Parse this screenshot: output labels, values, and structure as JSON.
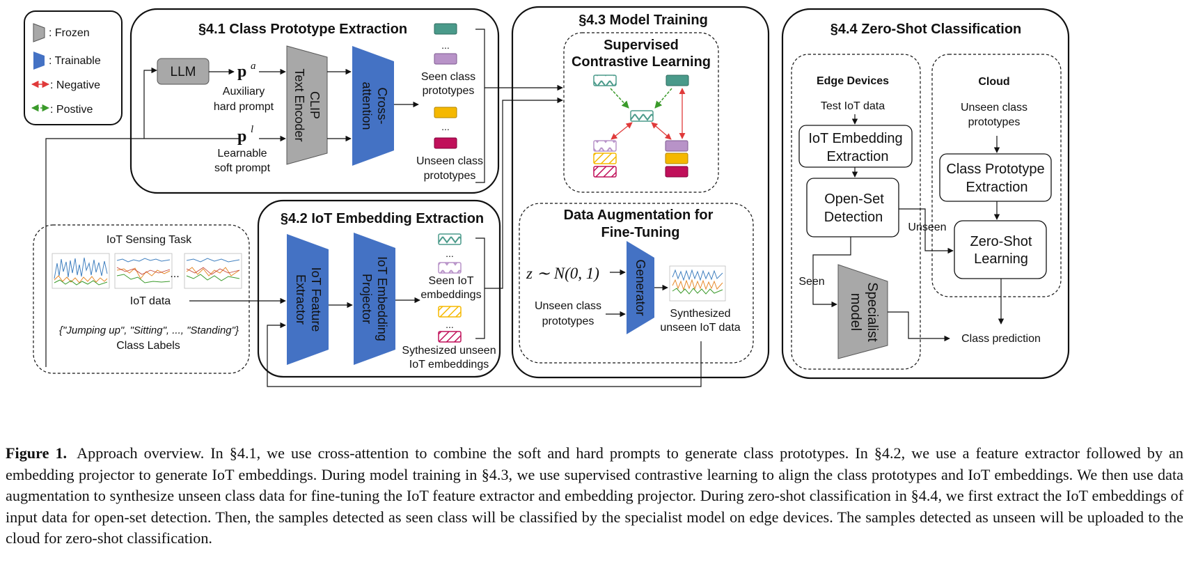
{
  "legend": {
    "frozen": ": Frozen",
    "trainable": ": Trainable",
    "negative": ": Negative",
    "positive": ": Postive"
  },
  "section41": {
    "title": "§4.1 Class Prototype Extraction",
    "llm": "LLM",
    "pa": "p",
    "pa_sup": "a",
    "aux_l1": "Auxiliary",
    "aux_l2": "hard prompt",
    "pl": "p",
    "pl_sup": "l",
    "learn_l1": "Learnable",
    "learn_l2": "soft prompt",
    "clip_l1": "CLIP",
    "clip_l2": "Text Encoder",
    "xattn_l1": "Cross-",
    "xattn_l2": "attention",
    "dots": "...",
    "seen_l1": "Seen class",
    "seen_l2": "prototypes",
    "unseen_l1": "Unseen class",
    "unseen_l2": "prototypes"
  },
  "section42": {
    "title": "§4.2 IoT Embedding Extraction",
    "feat_l1": "IoT Feature",
    "feat_l2": "Extractor",
    "proj_l1": "IoT Embedding",
    "proj_l2": "Projector",
    "dots": "...",
    "seen_l1": "Seen IoT",
    "seen_l2": "embeddings",
    "synth_l1": "Sythesized unseen",
    "synth_l2": "IoT embeddings"
  },
  "task": {
    "title": "IoT Sensing Task",
    "dots": "...",
    "iot_data": "IoT data",
    "labels_text": "{\"Jumping up\", \"Sitting\", ..., \"Standing\"}",
    "labels_caption": "Class Labels"
  },
  "section43": {
    "title": "§4.3 Model Training",
    "scl_l1": "Supervised",
    "scl_l2": "Contrastive Learning",
    "aug_l1": "Data Augmentation for",
    "aug_l2": "Fine-Tuning",
    "z_eq": "z ∼ N(0, 1)",
    "unseen_l1": "Unseen class",
    "unseen_l2": "prototypes",
    "generator": "Generator",
    "synth_l1": "Synthesized",
    "synth_l2": "unseen IoT data"
  },
  "section44": {
    "title": "§4.4 Zero-Shot Classification",
    "edge": "Edge Devices",
    "cloud": "Cloud",
    "test_data": "Test IoT data",
    "emb_l1": "IoT Embedding",
    "emb_l2": "Extraction",
    "osd_l1": "Open-Set",
    "osd_l2": "Detection",
    "seen": "Seen",
    "unseen": "Unseen",
    "specialist_l1": "Specialist",
    "specialist_l2": "model",
    "cloud_in_l1": "Unseen class",
    "cloud_in_l2": "prototypes",
    "cpe_l1": "Class Prototype",
    "cpe_l2": "Extraction",
    "zsl_l1": "Zero-Shot",
    "zsl_l2": "Learning",
    "prediction": "Class prediction"
  },
  "caption": {
    "label": "Figure 1.",
    "text": "Approach overview. In §4.1, we use cross-attention to combine the soft and hard prompts to generate class prototypes. In §4.2, we use a feature extractor followed by an embedding projector to generate IoT embeddings. During model training in §4.3, we use supervised contrastive learning to align the class prototypes and IoT embeddings. We then use data augmentation to synthesize unseen class data for fine-tuning the IoT feature extractor and embedding projector. During zero-shot classification in §4.4, we first extract the IoT embeddings of input data for open-set detection. Then, the samples detected as seen class will be classified by the specialist model on edge devices. The samples detected as unseen will be uploaded to the cloud for zero-shot classification."
  },
  "colors": {
    "frozen": "#a8a8a8",
    "trainable": "#4472c4",
    "negative": "#e03a3a",
    "positive": "#3a9a2a",
    "teal": "#4a9a8a",
    "purple": "#b893c8",
    "orange": "#f5b800",
    "magenta": "#c0105a"
  }
}
